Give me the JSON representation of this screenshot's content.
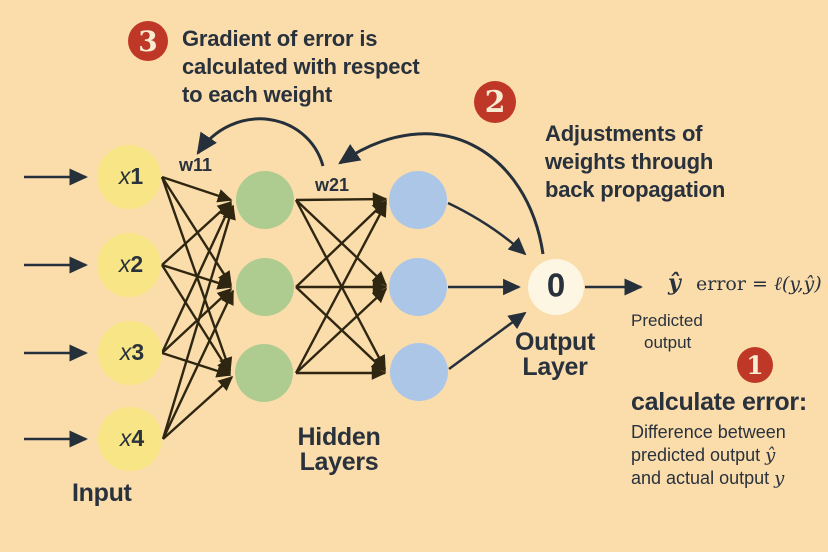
{
  "colors": {
    "background": "#fbddac",
    "input_node": "#f8e586",
    "hidden1_node": "#aecb90",
    "hidden2_node": "#abc6e7",
    "output_node": "#fdf6e3",
    "badge_red": "#bf3726",
    "badge_text": "#f7ecd2",
    "text_dark": "#28313c",
    "connection_line": "#2f2611",
    "arrow_dark": "#25303b"
  },
  "steps": {
    "three": {
      "number": "3",
      "text": "Gradient of error is\ncalculated with respect\nto each weight"
    },
    "two": {
      "number": "2",
      "text": "Adjustments of\nweights through\nback propagation"
    },
    "one": {
      "number": "1",
      "title": "calculate error:",
      "line1": "Difference between",
      "line2_pre": "predicted output ",
      "line2_math": "ŷ",
      "line3_pre": "and actual output ",
      "line3_math": "y"
    }
  },
  "network": {
    "input_label": "Input",
    "hidden_label": "Hidden\nLayers",
    "output_label": "Output\nLayer",
    "weights": {
      "w11": "w11",
      "w21": "w21"
    },
    "input_nodes": [
      {
        "var": "x",
        "sub": "1"
      },
      {
        "var": "x",
        "sub": "2"
      },
      {
        "var": "x",
        "sub": "3"
      },
      {
        "var": "x",
        "sub": "4"
      }
    ],
    "output_node_label": "0"
  },
  "output_annotation": {
    "yhat": "ŷ",
    "error_prefix": "error = ",
    "error_math": "ℓ(y,ŷ)",
    "predicted_line1": "Predicted",
    "predicted_line2": "output"
  }
}
